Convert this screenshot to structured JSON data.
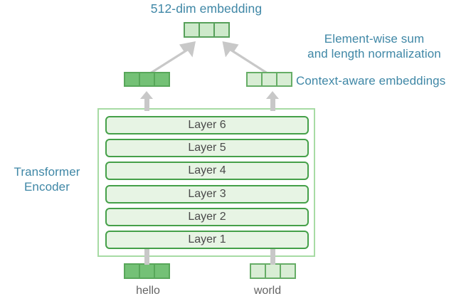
{
  "diagram": {
    "title": "512-dim embedding",
    "pooling_note": "Element-wise sum\nand length normalization",
    "context_label": "Context-aware embeddings",
    "encoder_label": "Transformer\nEncoder",
    "layers": [
      {
        "label": "Layer 6"
      },
      {
        "label": "Layer 5"
      },
      {
        "label": "Layer 4"
      },
      {
        "label": "Layer 3"
      },
      {
        "label": "Layer 2"
      },
      {
        "label": "Layer 1"
      }
    ],
    "input_tokens": [
      {
        "word": "hello",
        "cells": 3,
        "shade": "solid"
      },
      {
        "word": "world",
        "cells": 3,
        "shade": "palest"
      }
    ],
    "context_vectors": [
      {
        "cells": 3,
        "shade": "solid"
      },
      {
        "cells": 3,
        "shade": "palest"
      }
    ],
    "output_vector": {
      "cells": 3,
      "shade": "pale"
    },
    "colors": {
      "text_teal": "#3f87a6",
      "text_gray": "#646464",
      "layer_text": "#4a4a4a",
      "green_solid": "#74c176",
      "green_pale": "#cde9ca",
      "green_palest": "#d8edd4",
      "green_border": "#57a05a",
      "layer_border": "#45a049",
      "layer_fill": "#e7f4e4",
      "encoder_border": "#a7dba4",
      "arrow_gray": "#c8c8c8",
      "background": "#ffffff"
    },
    "icons": {
      "up_arrow": "arrow-up-icon",
      "diagonal_arrow": "arrow-diagonal-icon"
    }
  }
}
